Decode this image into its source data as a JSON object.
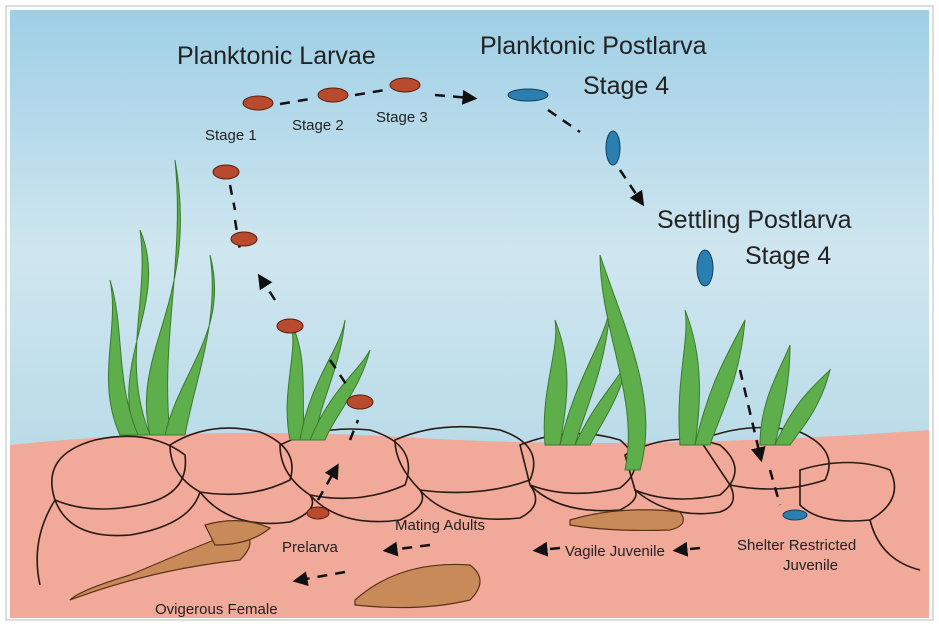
{
  "labels": {
    "planktonic_larvae": "Planktonic Larvae",
    "planktonic_postlarva": "Planktonic Postlarva",
    "planktonic_postlarva_stage": "Stage 4",
    "settling_postlarva": "Settling Postlarva",
    "settling_postlarva_stage": "Stage 4",
    "stage_1": "Stage 1",
    "stage_2": "Stage 2",
    "stage_3": "Stage 3",
    "prelarva": "Prelarva",
    "mating_adults": "Mating Adults",
    "vagile_juvenile": "Vagile Juvenile",
    "shelter_restricted": "Shelter Restricted",
    "juvenile": "Juvenile",
    "ovigerous_female": "Ovigerous Female"
  },
  "colors": {
    "water": "#a8d4e8",
    "seabed": "#f0a89a",
    "seagrass": "#5aa84a",
    "larva": "#b84a2e",
    "postlarva": "#2a7fb0",
    "adult": "#c98a5a",
    "arrow": "#111111"
  }
}
